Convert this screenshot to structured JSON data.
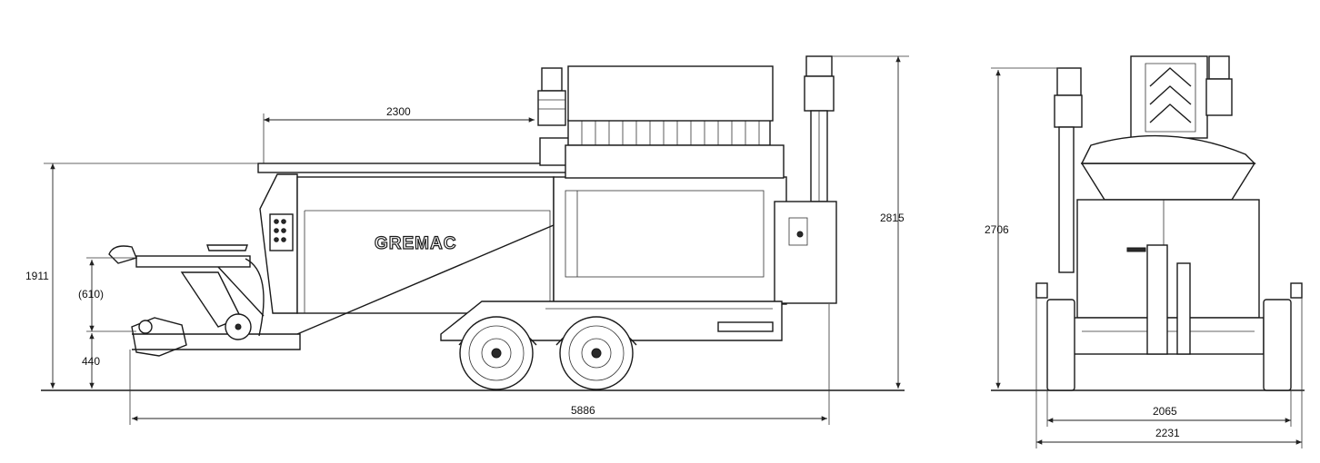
{
  "brand": "GREMAC",
  "side_view": {
    "dimensions": {
      "top_length": "2300",
      "overall_length": "5886",
      "overall_height": "2815",
      "hopper_height": "1911",
      "hitch_range": "(610)",
      "hitch_height": "440"
    }
  },
  "rear_view": {
    "dimensions": {
      "height": "2706",
      "track_width": "2065",
      "overall_width": "2231"
    }
  }
}
